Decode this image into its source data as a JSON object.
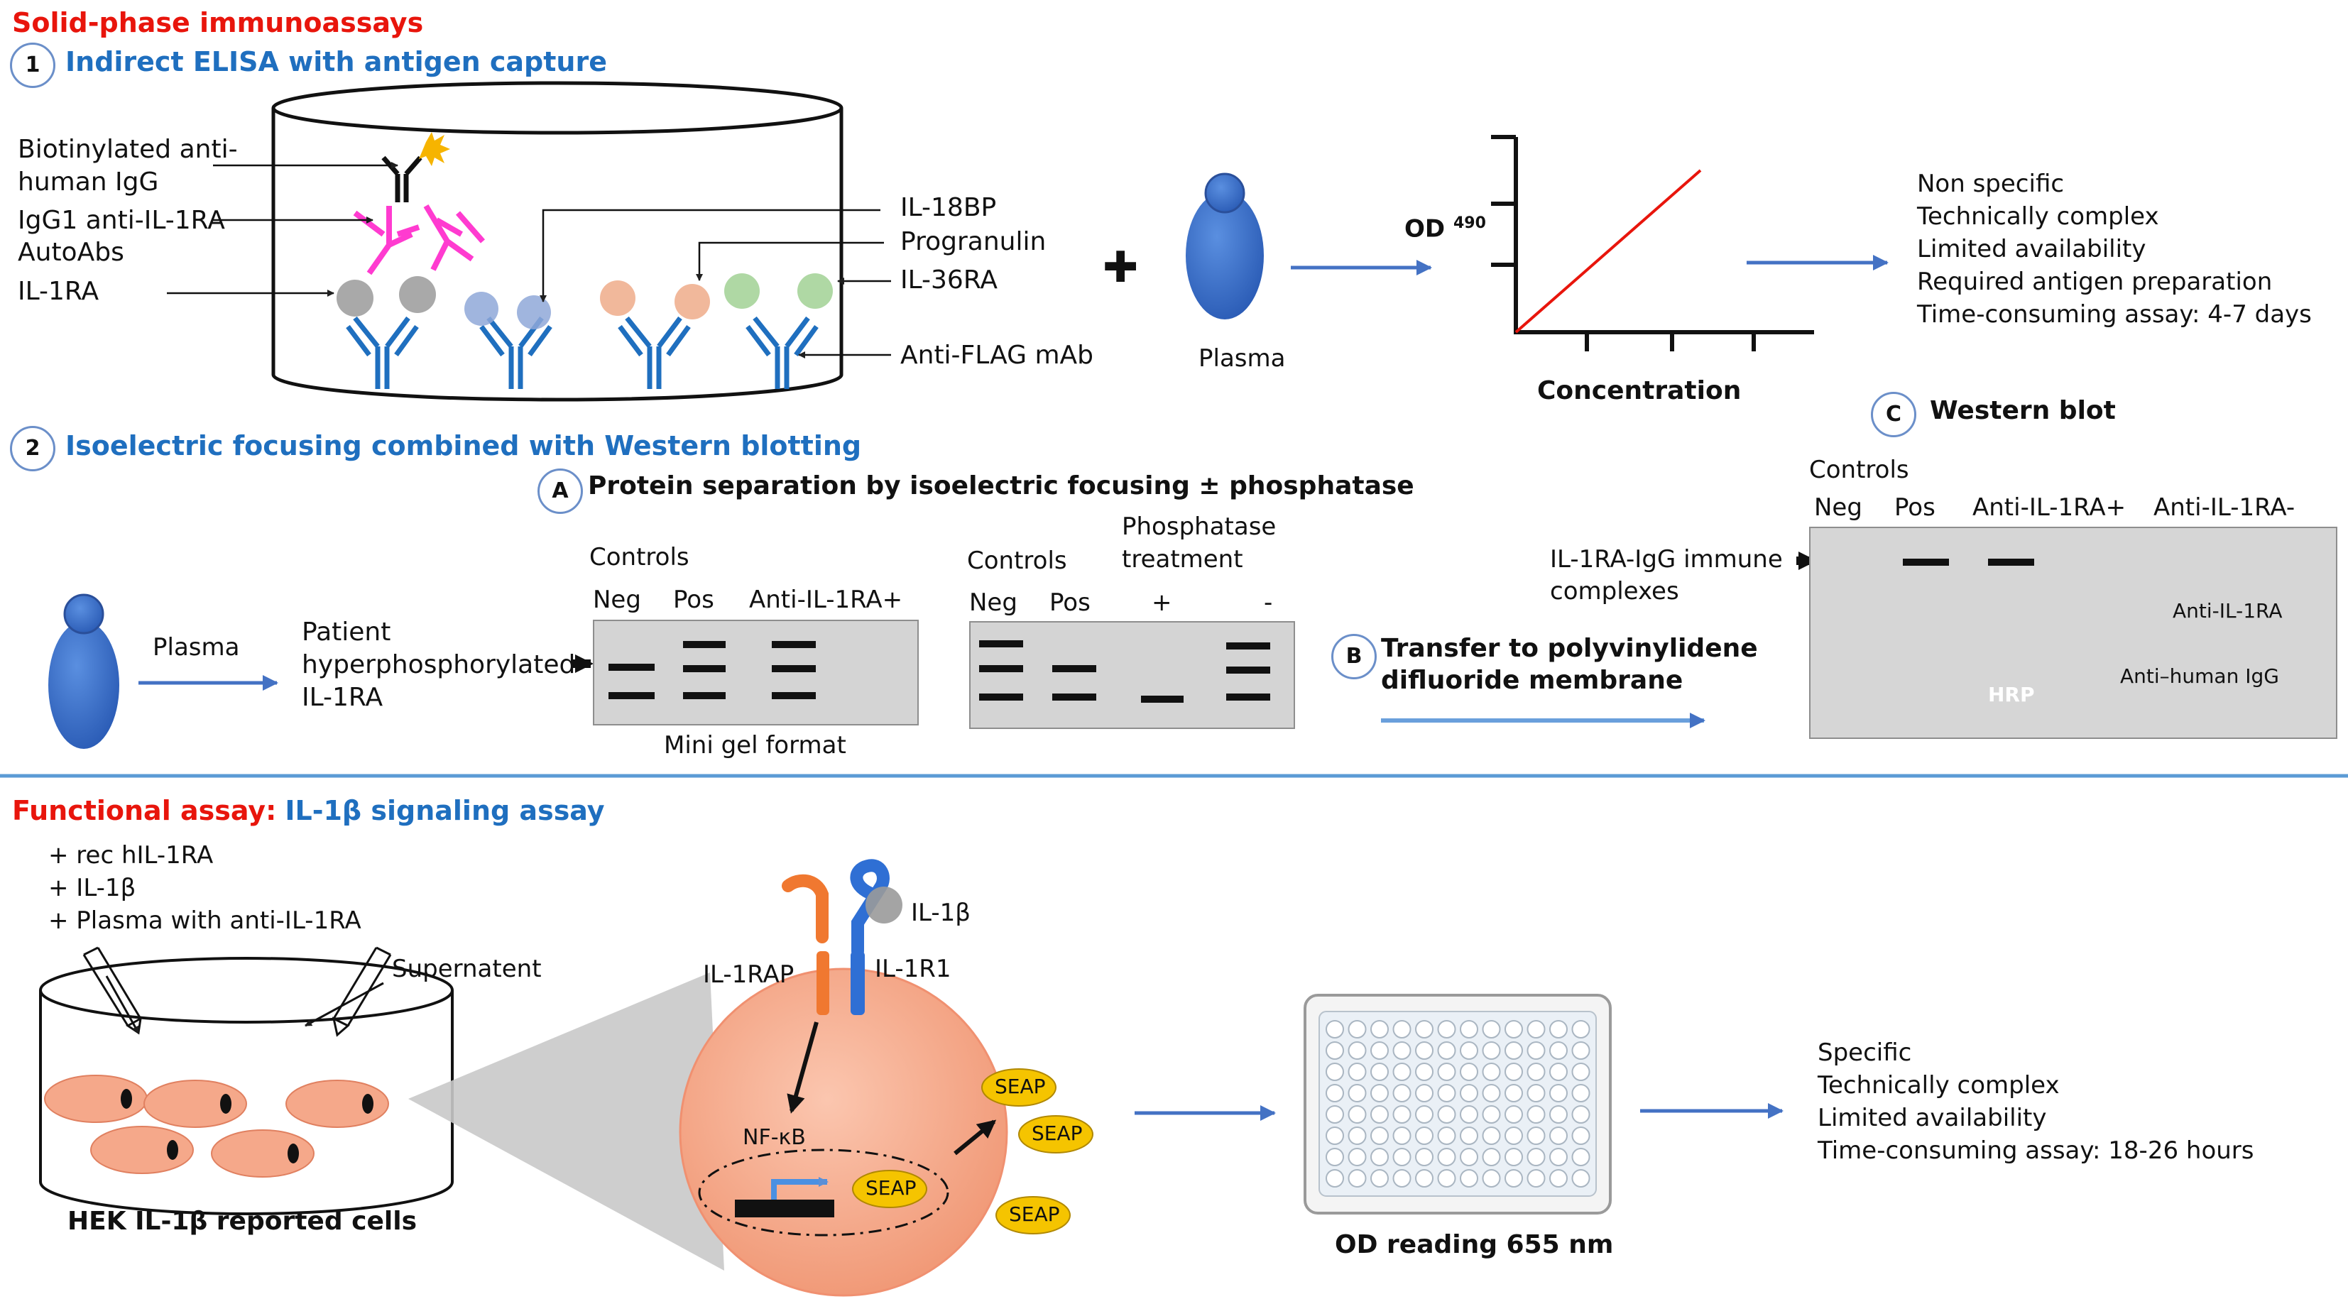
{
  "colors": {
    "red": "#e8150c",
    "blue": "#1f6fbf",
    "antibody_blue": "#1f6fbf",
    "magenta": "#ff3bd0",
    "cell_salmon": "#f5a88a",
    "gel_grey": "#d4d4d4",
    "seap_yellow": "#f5c400"
  },
  "section1": {
    "title": "Solid-phase immunoassays",
    "step_number": "1",
    "step_title": "Indirect ELISA with antigen capture",
    "labels_left": {
      "biotin_line1": "Biotinylated anti-",
      "biotin_line2": "human IgG",
      "igg1_line1": "IgG1 anti-IL-1RA",
      "igg1_line2": "AutoAbs",
      "il1ra": "IL-1RA"
    },
    "labels_right": {
      "il18bp": "IL-18BP",
      "progranulin": "Progranulin",
      "il36ra": "IL-36RA",
      "antiflag": "Anti-FLAG mAb"
    },
    "plus_symbol": "✚",
    "plasma": "Plasma",
    "od_label": "OD",
    "od_sup": "490",
    "x_axis_label": "Concentration",
    "characteristics": [
      "Non specific",
      "Technically complex",
      "Limited availability",
      "Required antigen preparation",
      "Time-consuming assay: 4-7 days"
    ]
  },
  "section2": {
    "step_number": "2",
    "step_title": "Isoelectric focusing combined with Western blotting",
    "plasma": "Plasma",
    "patient_line1": "Patient",
    "patient_line2": "hyperphosphorylated",
    "patient_line3": "IL-1RA",
    "part_a_letter": "A",
    "part_a_title": "Protein separation by isoelectric focusing ± phosphatase",
    "gel1": {
      "controls": "Controls",
      "neg": "Neg",
      "pos": "Pos",
      "anti": "Anti-IL-1RA+",
      "caption": "Mini gel format"
    },
    "gel2": {
      "controls": "Controls",
      "neg": "Neg",
      "pos": "Pos",
      "phos_line1": "Phosphatase",
      "phos_line2": "treatment",
      "plus": "+",
      "minus": "-"
    },
    "part_b_letter": "B",
    "part_b_line1": "Transfer to polyvinylidene",
    "part_b_line2": "difluoride membrane",
    "part_c_letter": "C",
    "part_c_title": "Western blot",
    "wb": {
      "controls": "Controls",
      "neg": "Neg",
      "pos": "Pos",
      "anti_pos": "Anti-IL-1RA+",
      "anti_neg": "Anti-IL-1RA-",
      "complex_line1": "IL-1RA-IgG immune",
      "complex_line2": "complexes",
      "anti_il1ra": "Anti-IL-1RA",
      "anti_human_igg": "Anti–human IgG",
      "hrp": "HRP"
    }
  },
  "section3": {
    "title_red": "Functional assay:",
    "title_blue": "IL-1β signaling assay",
    "additions": [
      "+ rec hIL-1RA",
      "+ IL-1β",
      "+ Plasma with anti-IL-1RA"
    ],
    "supernatant": "Supernatent",
    "cells_caption": "HEK IL-1β reported cells",
    "il1b": "IL-1β",
    "il1rap": "IL-1RAP",
    "il1r1": "IL-1R1",
    "nfkb": "NF-κB",
    "seap": "SEAP",
    "plate_caption": "OD reading 655 nm",
    "characteristics": [
      "Specific",
      "Technically complex",
      "Limited availability",
      "Time-consuming assay: 18-26 hours"
    ]
  }
}
